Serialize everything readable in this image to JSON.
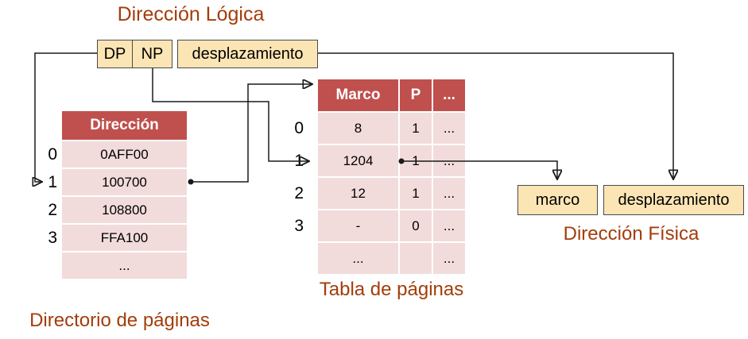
{
  "titles": {
    "logical": "Dirección Lógica",
    "physical": "Dirección Física",
    "directory_caption": "Directorio de páginas",
    "page_table_caption": "Tabla de páginas"
  },
  "logical_address": {
    "dp": "DP",
    "np": "NP",
    "offset": "desplazamiento"
  },
  "physical_address": {
    "frame": "marco",
    "offset": "desplazamiento"
  },
  "directory_table": {
    "header": "Dirección",
    "indices": [
      "0",
      "1",
      "2",
      "3"
    ],
    "rows": [
      "0AFF00",
      "100700",
      "108800",
      "FFA100",
      "..."
    ]
  },
  "page_table": {
    "headers": [
      "Marco",
      "P",
      "..."
    ],
    "indices": [
      "0",
      "1",
      "2",
      "3"
    ],
    "rows": [
      [
        "8",
        "1",
        "..."
      ],
      [
        "1204",
        "1",
        "..."
      ],
      [
        "12",
        "1",
        "..."
      ],
      [
        "-",
        "0",
        "..."
      ],
      [
        "...",
        "",
        "..."
      ]
    ]
  },
  "colors": {
    "table_header_bg": "#C0504D",
    "table_row_bg": "#F2DCDB",
    "box_bg": "#FCE5B4",
    "label_text": "#A33D0B",
    "connector": "#1a1a1a"
  }
}
